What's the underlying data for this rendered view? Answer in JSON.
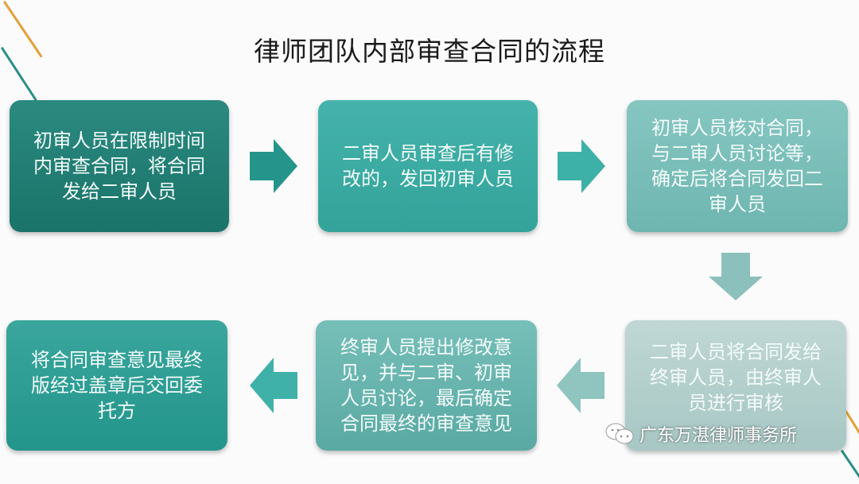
{
  "title": "律师团队内部审查合同的流程",
  "colors": {
    "box1": "#1f7f76",
    "box2": "#3aaea6",
    "box3": "#77bdb8",
    "box4": "#b3cfcd",
    "box5": "#5bb3ad",
    "box6": "#2a9a90",
    "accent_orange": "#e3a03a",
    "accent_teal": "#2a8f86"
  },
  "steps": [
    {
      "id": 1,
      "text": "初审人员在限制时间内审查合同，将合同发给二审人员"
    },
    {
      "id": 2,
      "text": "二审人员审查后有修改的，发回初审人员"
    },
    {
      "id": 3,
      "text": "初审人员核对合同，与二审人员讨论等，确定后将合同发回二审人员"
    },
    {
      "id": 4,
      "text": "二审人员将合同发给终审人员，由终审人员进行审核"
    },
    {
      "id": 5,
      "text": "终审人员提出修改意见，并与二审、初审人员讨论，最后确定合同最终的审查意见"
    },
    {
      "id": 6,
      "text": "将合同审查意见最终版经过盖章后交回委托方"
    }
  ],
  "arrows": [
    {
      "from": 1,
      "to": 2,
      "direction": "right"
    },
    {
      "from": 2,
      "to": 3,
      "direction": "right"
    },
    {
      "from": 3,
      "to": 4,
      "direction": "down"
    },
    {
      "from": 4,
      "to": 5,
      "direction": "left"
    },
    {
      "from": 5,
      "to": 6,
      "direction": "left"
    }
  ],
  "watermark": {
    "icon": "wechat-icon",
    "text": "广东万湛律师事务所"
  }
}
